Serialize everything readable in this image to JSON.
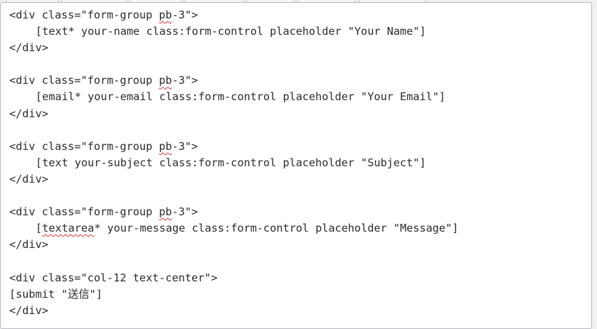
{
  "editor": {
    "lines": [
      {
        "parts": [
          "<div class=\"form-group ",
          "pb",
          "-3\">"
        ]
      },
      {
        "parts": [
          "[text* your-name class:form-control placeholder \"Your Name\"]"
        ]
      },
      {
        "parts": [
          "</div>"
        ]
      },
      {
        "parts": [
          ""
        ]
      },
      {
        "parts": [
          "<div class=\"form-group ",
          "pb",
          "-3\">"
        ]
      },
      {
        "parts": [
          "[email* your-email class:form-control placeholder \"Your Email\"]"
        ]
      },
      {
        "parts": [
          "</div>"
        ]
      },
      {
        "parts": [
          ""
        ]
      },
      {
        "parts": [
          "<div class=\"form-group ",
          "pb",
          "-3\">"
        ]
      },
      {
        "parts": [
          "[text your-subject class:form-control placeholder \"Subject\"]"
        ]
      },
      {
        "parts": [
          "</div>"
        ]
      },
      {
        "parts": [
          ""
        ]
      },
      {
        "parts": [
          "<div class=\"form-group ",
          "pb",
          "-3\">"
        ]
      },
      {
        "parts": [
          "[",
          "textarea",
          "* your-message class:form-control placeholder \"Message\"]"
        ]
      },
      {
        "parts": [
          "</div>"
        ]
      },
      {
        "parts": [
          ""
        ]
      },
      {
        "parts": [
          "<div class=\"col-12 text-center\">"
        ]
      },
      {
        "parts": [
          "[submit \"送信\"]"
        ]
      },
      {
        "parts": [
          "</div>"
        ]
      }
    ]
  }
}
